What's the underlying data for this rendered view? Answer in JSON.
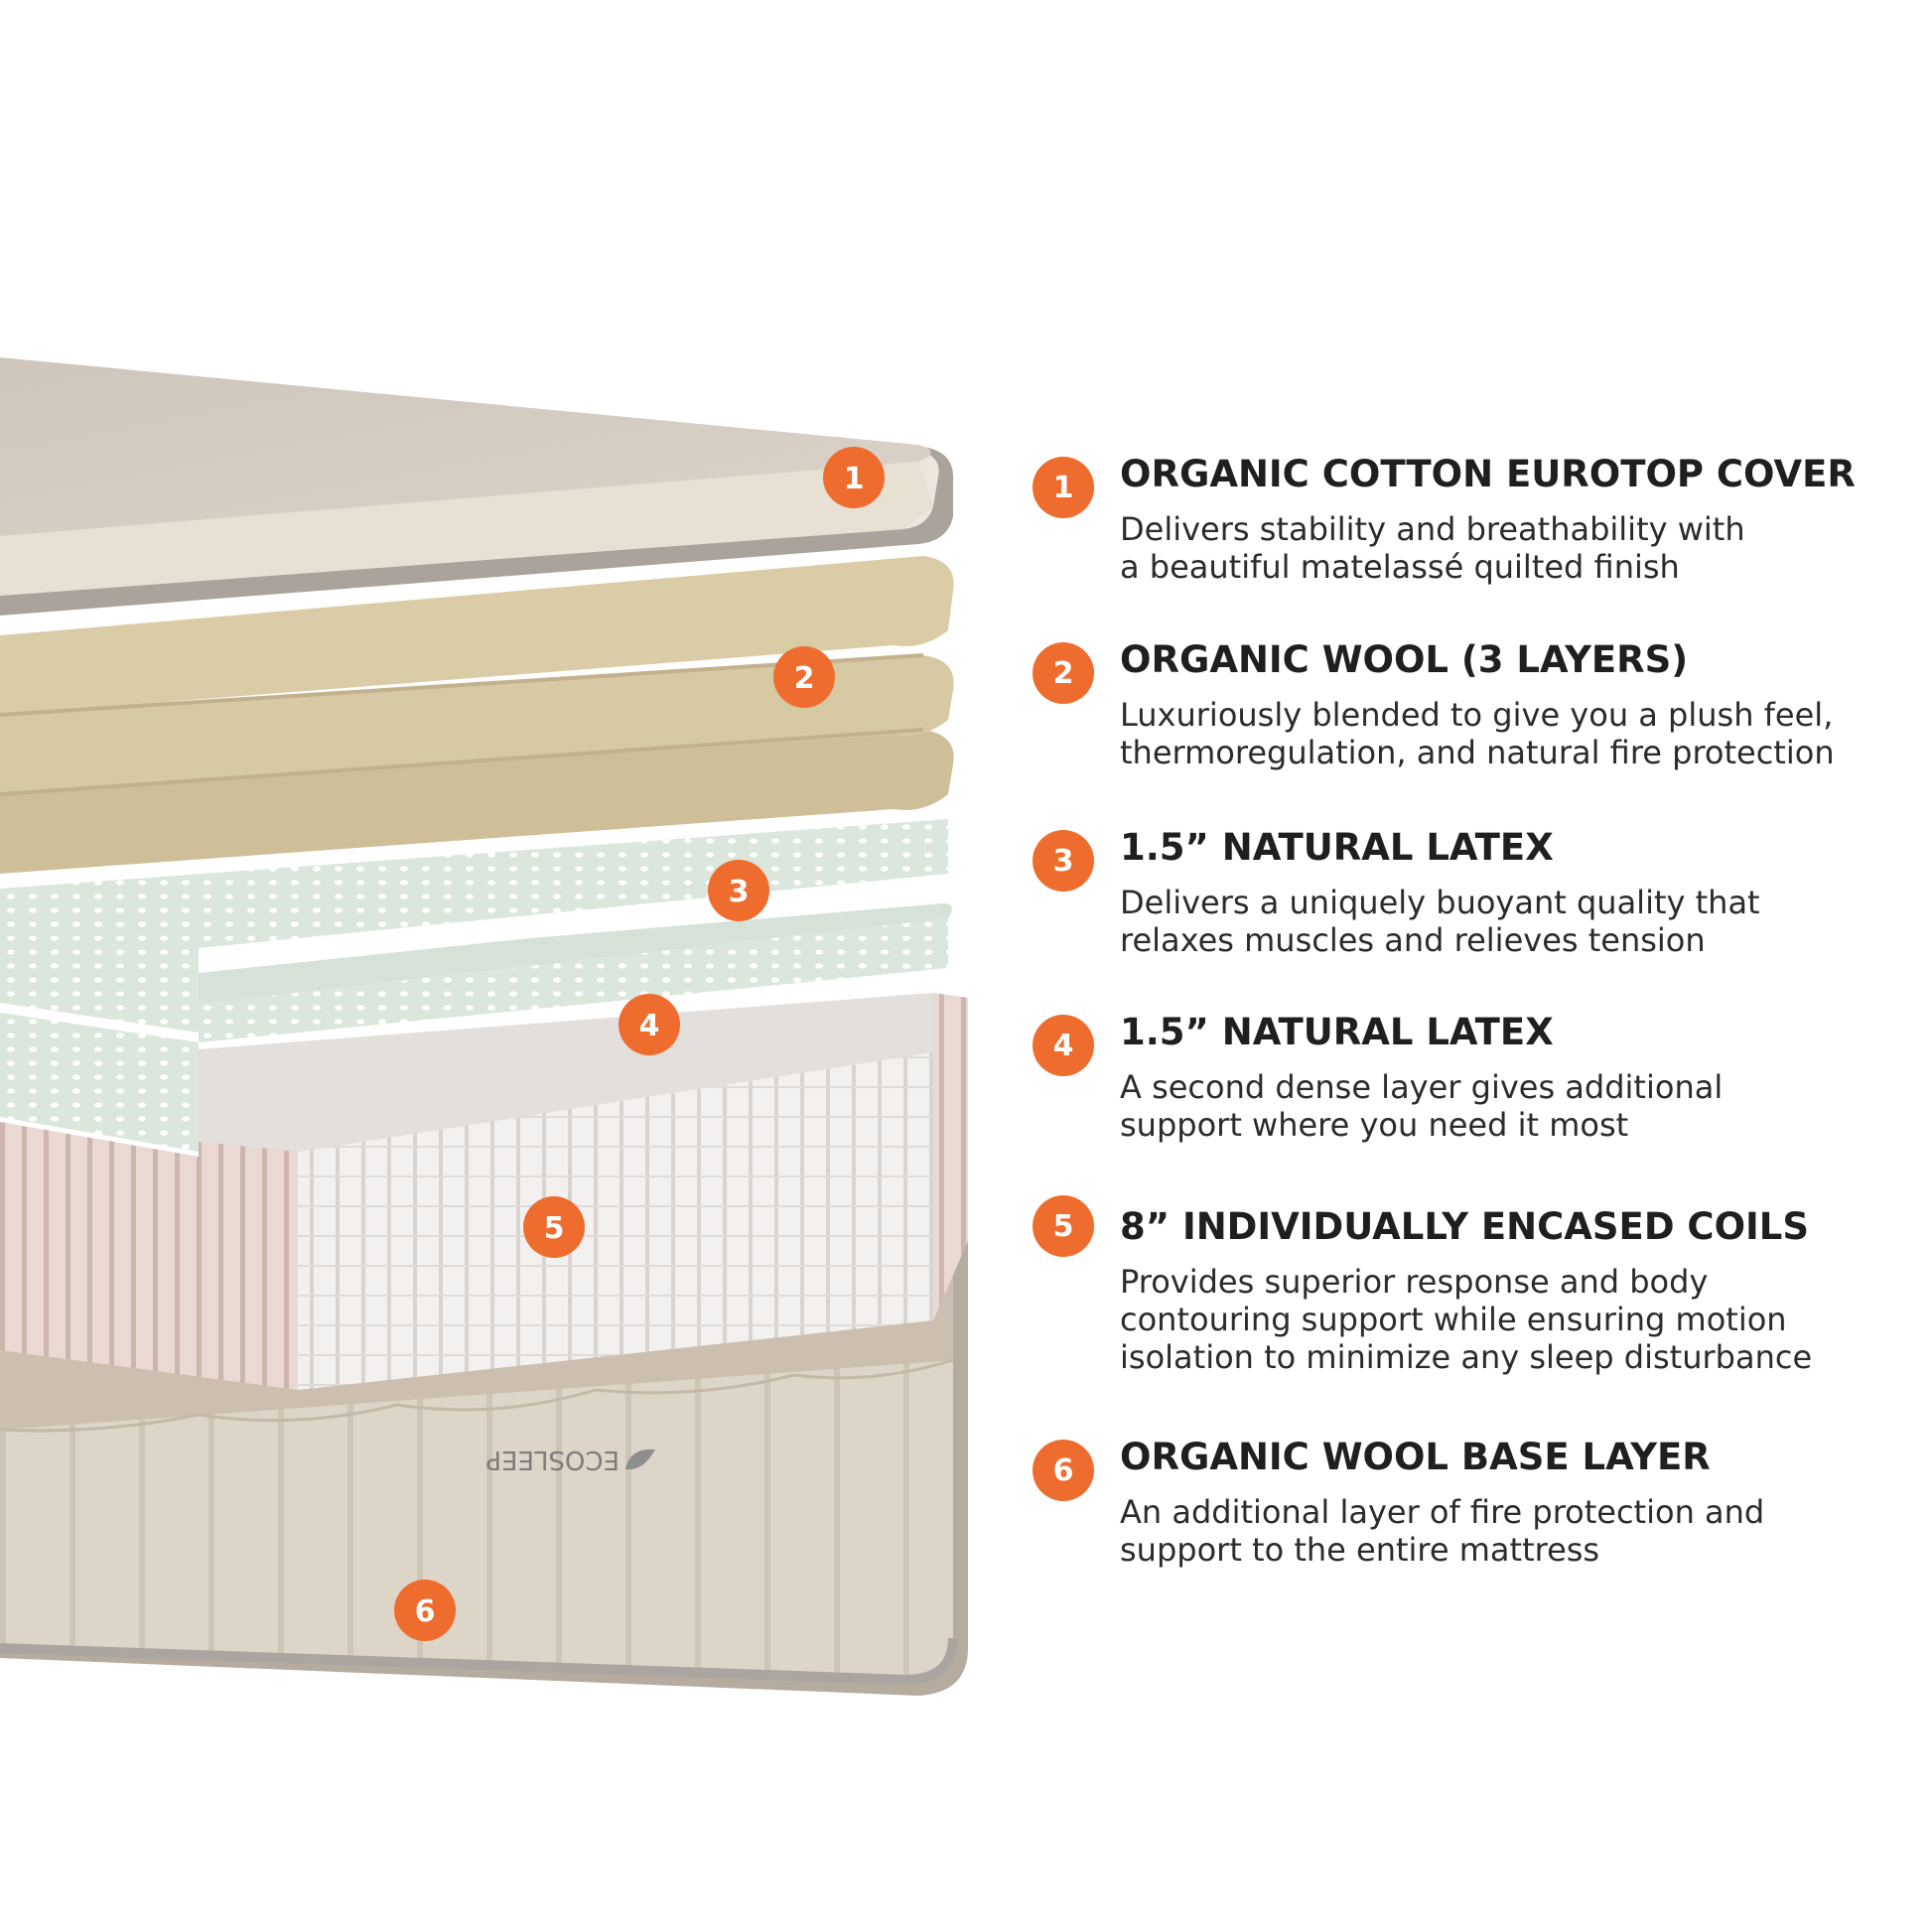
{
  "colors": {
    "accent": "#ee6c2d",
    "cover": "#d7cec2",
    "cover_edge": "#ede6dc",
    "wool": "#d9c9a6",
    "latex": "#dbe5dd",
    "coils": "#ece8e6",
    "base": "#d8cfc0"
  },
  "brand": {
    "logo_text": "ECOSLEEP",
    "logo_icon": "leaf-icon"
  },
  "callouts": [
    "1",
    "2",
    "3",
    "4",
    "5",
    "6"
  ],
  "layers": [
    {
      "number": "1",
      "title": "ORGANIC COTTON EUROTOP COVER",
      "description": "Delivers stability and breathability with\na beautiful matelassé quilted finish"
    },
    {
      "number": "2",
      "title": "ORGANIC WOOL (3 LAYERS)",
      "description": "Luxuriously blended to give you a plush feel,\nthermoregulation, and natural fire protection"
    },
    {
      "number": "3",
      "title": "1.5” NATURAL LATEX",
      "description": "Delivers a uniquely buoyant quality that\nrelaxes muscles and relieves tension"
    },
    {
      "number": "4",
      "title": "1.5” NATURAL LATEX",
      "description": "A second dense layer gives additional\nsupport where you need it most"
    },
    {
      "number": "5",
      "title": "8” INDIVIDUALLY ENCASED COILS",
      "description": "Provides superior response and body\ncontouring support while ensuring motion\nisolation to minimize any sleep disturbance"
    },
    {
      "number": "6",
      "title": "ORGANIC WOOL BASE LAYER",
      "description": "An additional layer of fire protection and\nsupport to the entire mattress"
    }
  ]
}
